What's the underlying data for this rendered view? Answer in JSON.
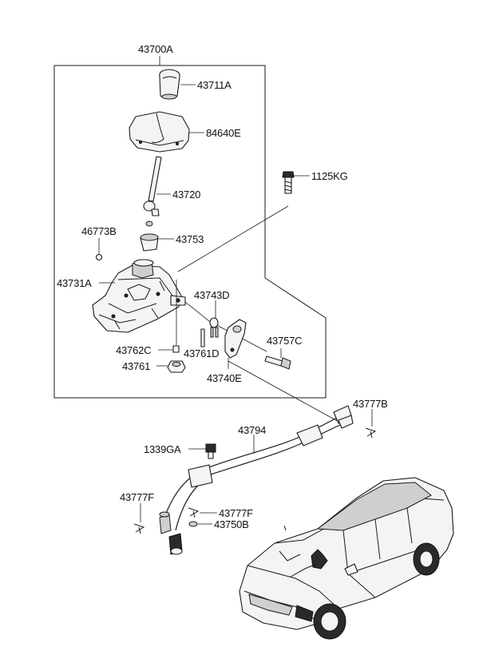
{
  "labels": {
    "assembly": "43700A",
    "knob": "43711A",
    "boot": "84640E",
    "bolt": "1125KG",
    "lever": "43720",
    "pin_clip": "46773B",
    "bushing": "43753",
    "bracket": "43731A",
    "washer": "43743D",
    "bolt_long": "43757C",
    "nut_small": "43762C",
    "pin": "43761D",
    "nut": "43761",
    "plate": "43740E",
    "clip_right": "43777B",
    "cable": "43794",
    "grommet_bolt": "1339GA",
    "clip_left": "43777F",
    "clip_mid": "43777F",
    "retainer": "43750B"
  }
}
